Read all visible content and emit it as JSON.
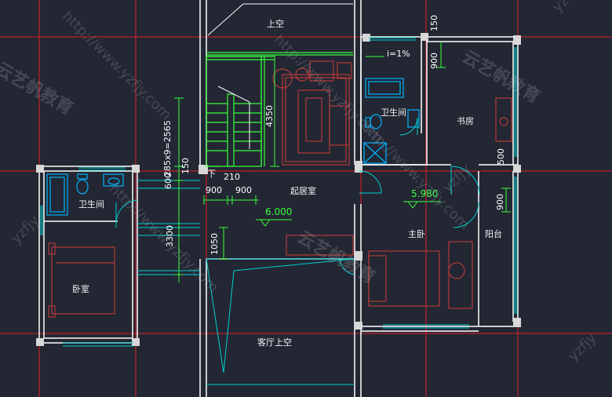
{
  "colors": {
    "background": "#222733",
    "wall": "#ffffff",
    "axis": "#e0202a",
    "stair": "#39ff3c",
    "fixture": "#00b4ff",
    "furniture": "#b53a3a",
    "opening": "#00d0d0",
    "dimension": "#39ff3c",
    "label": "#f2f2f2"
  },
  "rooms": {
    "void_top": "上空",
    "bathroom_left": "卫生间",
    "bedroom": "卧室",
    "family_room": "起居室",
    "living_void": "客厅上空",
    "bathroom_right": "卫生间",
    "study": "书房",
    "master_bedroom": "主卧",
    "balcony": "阳台",
    "stair_down": "下"
  },
  "dimensions": {
    "stair_total": "285x9=2565",
    "stair_height": "4350",
    "d600": "600",
    "d150": "150",
    "d210": "210",
    "d900a": "900",
    "d900b": "900",
    "d3300": "3300",
    "d1050": "1050",
    "bath_900": "900",
    "bath_150": "150",
    "slope": "i=1%",
    "study_500": "500",
    "balcony_900": "900"
  },
  "levels": {
    "family_room": "6.000",
    "master_bedroom": "5.980"
  },
  "watermarks": {
    "url": "http://www.yzfjy.com",
    "brand": "云艺帆教育",
    "short": "yzfjy"
  }
}
